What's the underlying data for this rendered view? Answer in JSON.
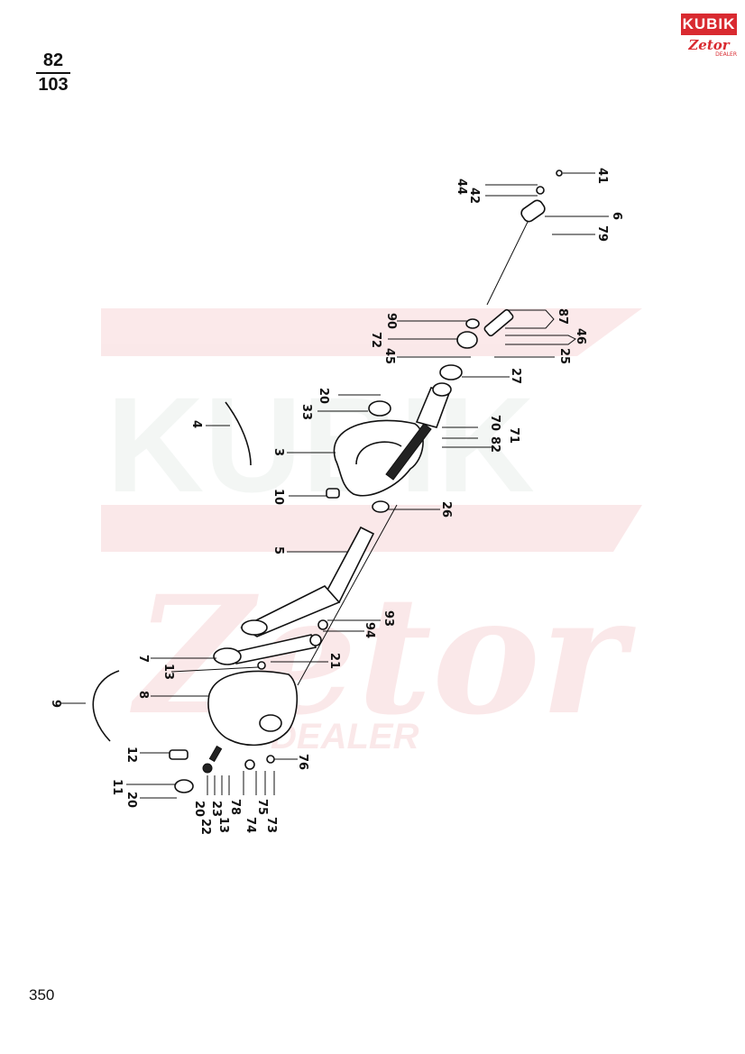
{
  "header": {
    "fraction_top": "82",
    "fraction_bottom": "103"
  },
  "logo": {
    "brand": "KUBIK",
    "script": "Zetor",
    "tag": "DEALER"
  },
  "watermark": {
    "line1": "KUBIK",
    "line2": "Zetor",
    "line3": "DEALER"
  },
  "page_number": "350",
  "callouts": [
    "41",
    "44",
    "42",
    "6",
    "79",
    "87",
    "90",
    "72",
    "46",
    "45",
    "25",
    "27",
    "20",
    "33",
    "70",
    "71",
    "82",
    "4",
    "3",
    "10",
    "26",
    "5",
    "93",
    "94",
    "7",
    "13",
    "21",
    "8",
    "9",
    "12",
    "76",
    "11",
    "20",
    "22",
    "20",
    "13",
    "23",
    "78",
    "74",
    "75",
    "73"
  ]
}
